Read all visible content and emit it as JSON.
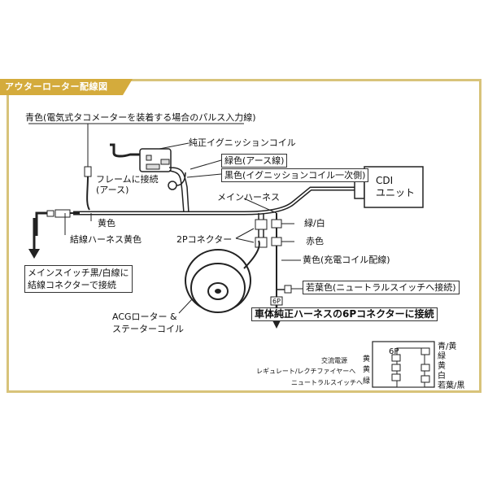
{
  "title": "アウターローター配線図",
  "labels": {
    "blue_wire": "青色(電気式タコメーターを装着する場合のパルス入力線)",
    "ignition_coil": "純正イグニッションコイル",
    "green_earth": "緑色(アース線)",
    "black_ignition": "黒色(イグニッションコイル一次側)",
    "frame_connect": "フレームに接続\n(アース)",
    "main_harness": "メインハーネス",
    "cdi": "CDI\nユニット",
    "yellow": "黄色",
    "bind_harness": "結線ハーネス黄色",
    "green_white": "緑/白",
    "connector_2p": "2Pコネクター",
    "red": "赤色",
    "yellow_charge": "黄色(充電コイル配線)",
    "main_switch": "メインスイッチ黒/白線に\n結線コネクターで接続",
    "young_leaf": "若葉色(ニュートラルスイッチへ接続)",
    "six_p_small": "6P",
    "vehicle_6p": "車体純正ハーネスの6Pコネクターに接続",
    "acg": "ACGローター &\nステーターコイル"
  },
  "pinout": {
    "title": "6P",
    "left": [
      {
        "name": "交流電源",
        "color": "黄"
      },
      {
        "name": "レギュレート/レクチファイヤーへ",
        "color": "黄"
      },
      {
        "name": "ニュートラルスイッチへ",
        "color": "緑"
      }
    ],
    "right": [
      "青/黄",
      "緑",
      "黄",
      "白",
      "若葉/黒"
    ]
  }
}
